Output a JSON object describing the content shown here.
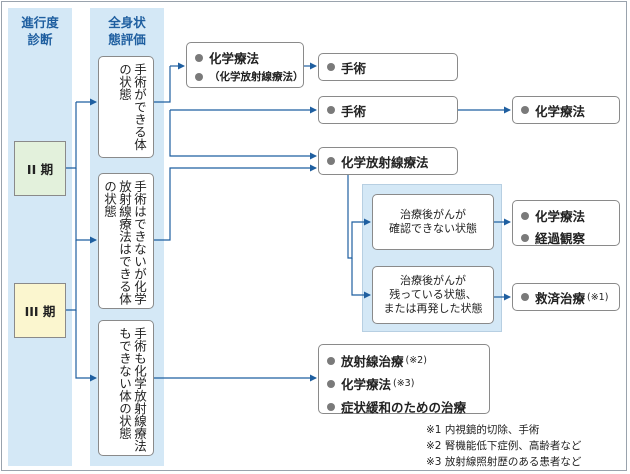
{
  "columns": {
    "stage_header": [
      "進行度",
      "診断"
    ],
    "status_header": [
      "全身状",
      "態評価"
    ]
  },
  "stages": {
    "stage2": "II 期",
    "stage3": "III 期"
  },
  "colors": {
    "header_bg": "#d4e8f6",
    "stage2_bg": "#e3f1dc",
    "stage3_bg": "#fbf6cf",
    "arrow": "#1f5fa0",
    "subgroup_bg": "#d4e8f6"
  },
  "conditions": {
    "can_surgery": "手術ができる体の状態",
    "no_surgery_can_crt": "手術はできないが化学放射線療法はできる体の状態",
    "no_both": "手術も化学放射線療法もできない体の状態"
  },
  "treatments": {
    "chemo": "化学療法",
    "chemo_sub": "（化学放射線療法）",
    "surgery_after_chemo": "手術",
    "surgery": "手術",
    "chemo_after_surgery": "化学療法",
    "crt": "化学放射線療法",
    "no_cancer": [
      "治療後がんが",
      "確認できない状態"
    ],
    "chemo_after_crt": "化学療法",
    "observation": "経過観察",
    "remaining": [
      "治療後がんが",
      "残っている状態、",
      "または再発した状態"
    ],
    "salvage": "救済治療",
    "salvage_note": "(※1)",
    "radiotherapy": "放射線治療",
    "radiotherapy_note": "(※2)",
    "chemo_last": "化学療法",
    "chemo_last_note": "(※3)",
    "palliative": "症状緩和のための治療"
  },
  "footnotes": [
    "※1 内視鏡的切除、手術",
    "※2 腎機能低下症例、高齢者など",
    "※3 放射線照射歴のある患者など"
  ]
}
